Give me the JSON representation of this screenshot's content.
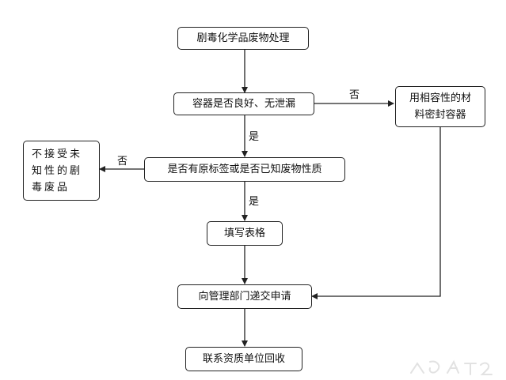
{
  "nodes": {
    "start": "剧毒化学品废物处理",
    "container_check": "容器是否良好、无泄漏",
    "seal": "用相容性的材\n料密封容器",
    "label_check": "是否有原标签或是否已知废物性质",
    "reject": "不接受未\n知性的剧\n毒废品",
    "fill_form": "填写表格",
    "submit": "向管理部门递交申请",
    "contact": "联系资质单位回收"
  },
  "edge_labels": {
    "container_no": "否",
    "container_yes": "是",
    "label_no": "否",
    "label_yes": "是"
  },
  "colors": {
    "line": "#222222",
    "background": "#ffffff"
  }
}
